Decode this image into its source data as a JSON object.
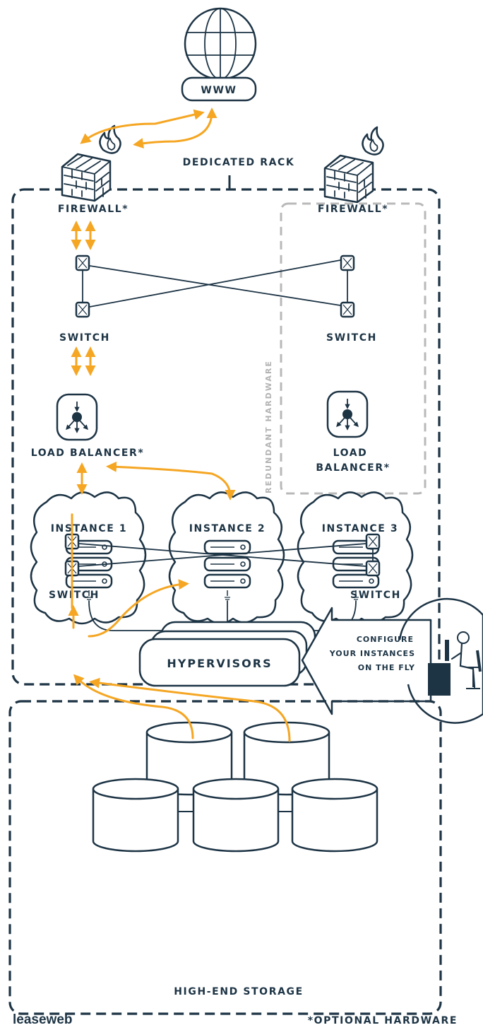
{
  "labels": {
    "www": "WWW",
    "dedicated_rack": "DEDICATED RACK",
    "firewall_left": "FIREWALL*",
    "firewall_right": "FIREWALL*",
    "switch_top_left": "SWITCH",
    "switch_top_right": "SWITCH",
    "load_balancer_left": "LOAD BALANCER*",
    "load_balancer_right_line1": "LOAD",
    "load_balancer_right_line2": "BALANCER*",
    "redundant_hardware": "REDUNDANT HARDWARE",
    "instance_1": "INSTANCE 1",
    "instance_2": "INSTANCE 2",
    "instance_3": "INSTANCE 3",
    "hypervisors": "HYPERVISORS",
    "configure_line1": "CONFIGURE",
    "configure_line2": "YOUR INSTANCES",
    "configure_line3": "ON THE FLY",
    "switch_bottom_left": "SWITCH",
    "switch_bottom_right": "SWITCH",
    "storage": "HIGH-END STORAGE",
    "optional_hardware": "*OPTIONAL HARDWARE",
    "brand": "leaseweb"
  },
  "colors": {
    "ink": "#1d3445",
    "accent": "#f5a623",
    "redundant": "#b9b9b9",
    "brand_fill": "#1d3445"
  }
}
